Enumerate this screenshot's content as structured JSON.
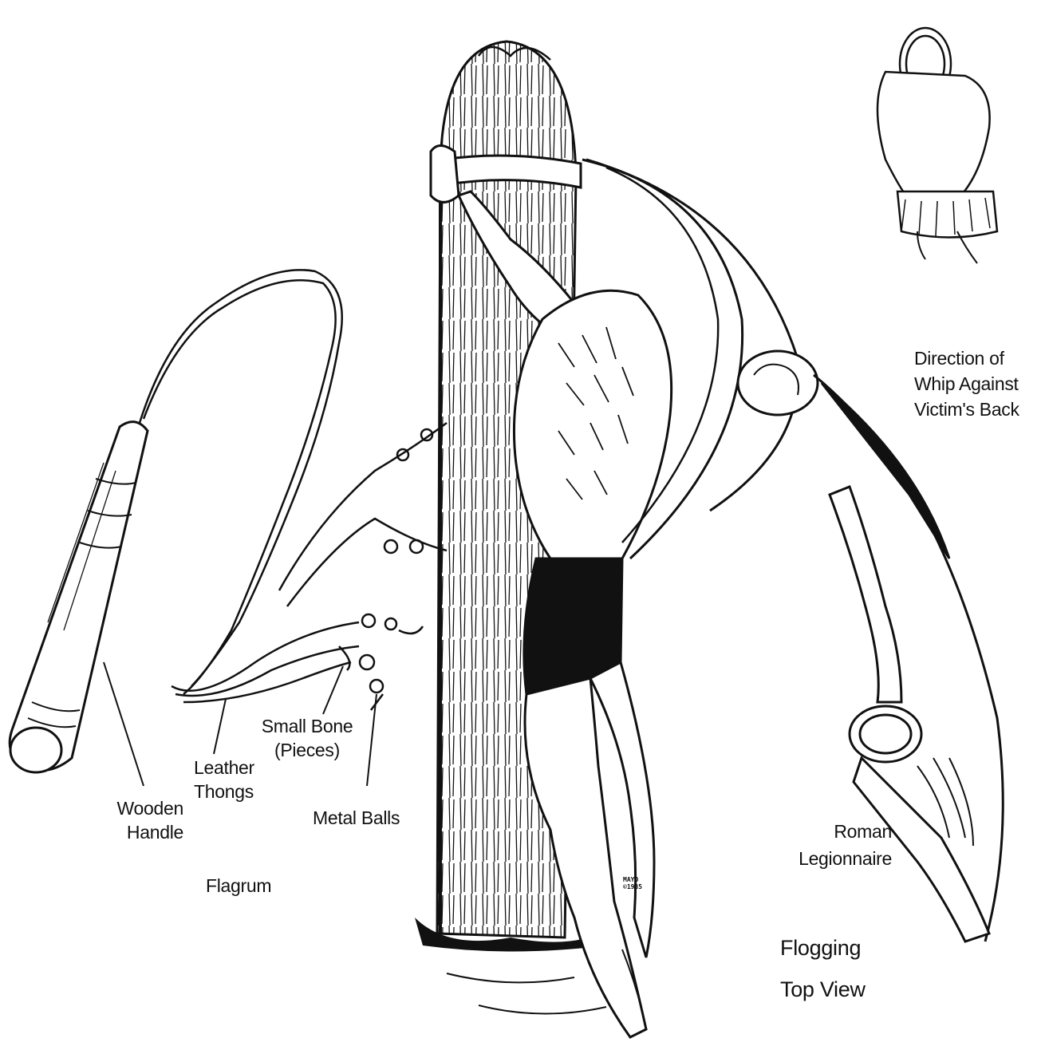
{
  "labels": {
    "wooden_handle": [
      "Wooden",
      "Handle"
    ],
    "leather_thongs": [
      "Leather",
      "Thongs"
    ],
    "small_bone": [
      "Small Bone",
      "(Pieces)"
    ],
    "metal_balls": "Metal Balls",
    "flagrum": "Flagrum",
    "direction": [
      "Direction of",
      "Whip Against",
      "Victim's Back"
    ],
    "roman_legionnaire": [
      "Roman",
      "Legionnaire"
    ],
    "flogging_top_view": [
      "Flogging",
      "Top View"
    ]
  },
  "signature": [
    "MAYO",
    "©1985"
  ],
  "colors": {
    "ink": "#111111",
    "paper": "#ffffff",
    "shade": "#1a1a1a"
  }
}
